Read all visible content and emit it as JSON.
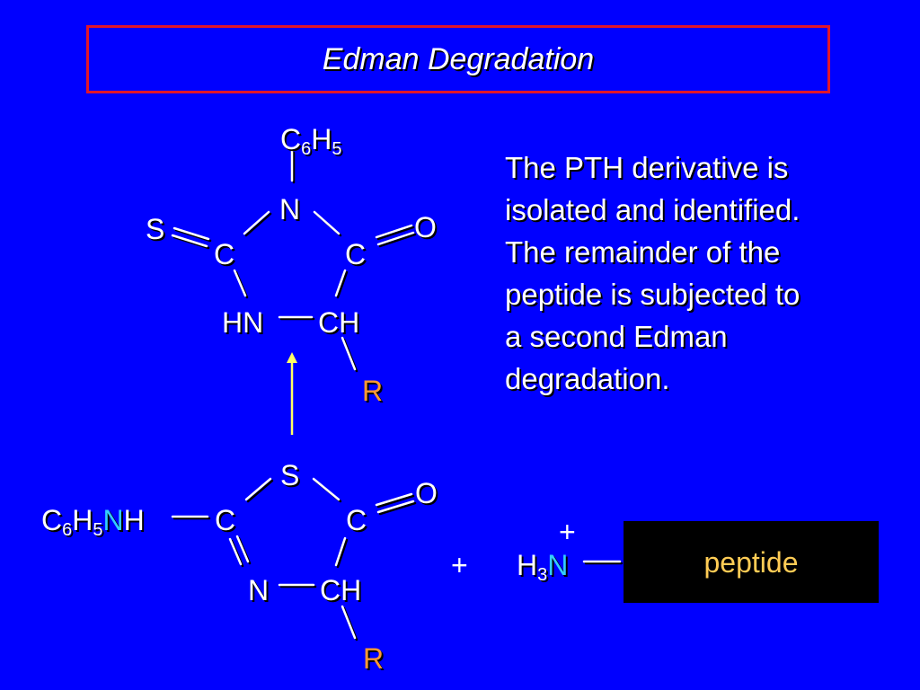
{
  "title": "Edman Degradation",
  "description_lines": [
    "The PTH derivative is",
    "isolated and identified.",
    "The remainder of the",
    "peptide is subjected to",
    "a second Edman",
    "degradation."
  ],
  "pth": {
    "phenyl": {
      "c": "C",
      "c_sub": "6",
      "h": "H",
      "h_sub": "5"
    },
    "n_top": "N",
    "s": "S",
    "c_left": "C",
    "c_right": "C",
    "o": "O",
    "hn": "HN",
    "ch": "CH",
    "r": "R"
  },
  "thiazolinone": {
    "s": "S",
    "o": "O",
    "phenylamine": {
      "c": "C",
      "c_sub": "6",
      "h": "H",
      "h_sub": "5",
      "n": "N",
      "h2": "H"
    },
    "c_left": "C",
    "c_right": "C",
    "n": "N",
    "ch": "CH",
    "r": "R"
  },
  "plus_sign": "+",
  "ammonium": {
    "charge": "+",
    "h": "H",
    "h_sub": "3",
    "n": "N"
  },
  "peptide_label": "peptide",
  "colors": {
    "background": "#0000ff",
    "title_border": "#e0162b",
    "text": "#ffffff",
    "r_group": "#ff9a33",
    "nitrogen_highlight": "#33ccff",
    "peptide_text": "#ffcc55",
    "peptide_box": "#000000"
  }
}
